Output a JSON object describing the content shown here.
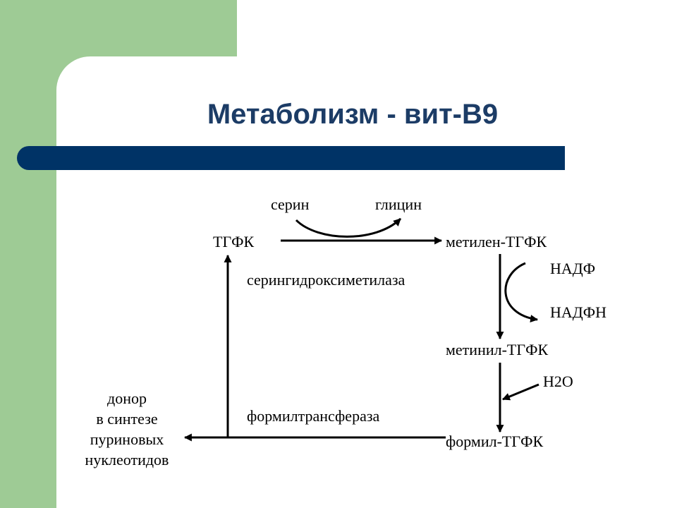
{
  "title": "Метаболизм - вит-В9",
  "diagram": {
    "nodes": {
      "tgfk": "ТГФК",
      "methylene": "метилен-ТГФК",
      "methenyl": "метинил-ТГФК",
      "formyl": "формил-ТГФК"
    },
    "cosubstrates": {
      "serine": "серин",
      "glycine": "глицин",
      "nadp": "НАДФ",
      "nadph": "НАДФН",
      "water": "Н2О"
    },
    "enzymes": {
      "serine_hydroxymethylase": "серингидроксиметилаза",
      "formyltransferase": "формилтрансфераза"
    },
    "donor_lines": [
      "донор",
      "в синтезе",
      "пуриновых",
      "нуклеотидов"
    ]
  },
  "colors": {
    "green_panel": "#9ecb95",
    "title_text": "#1c3c66",
    "title_bar": "#003366"
  }
}
